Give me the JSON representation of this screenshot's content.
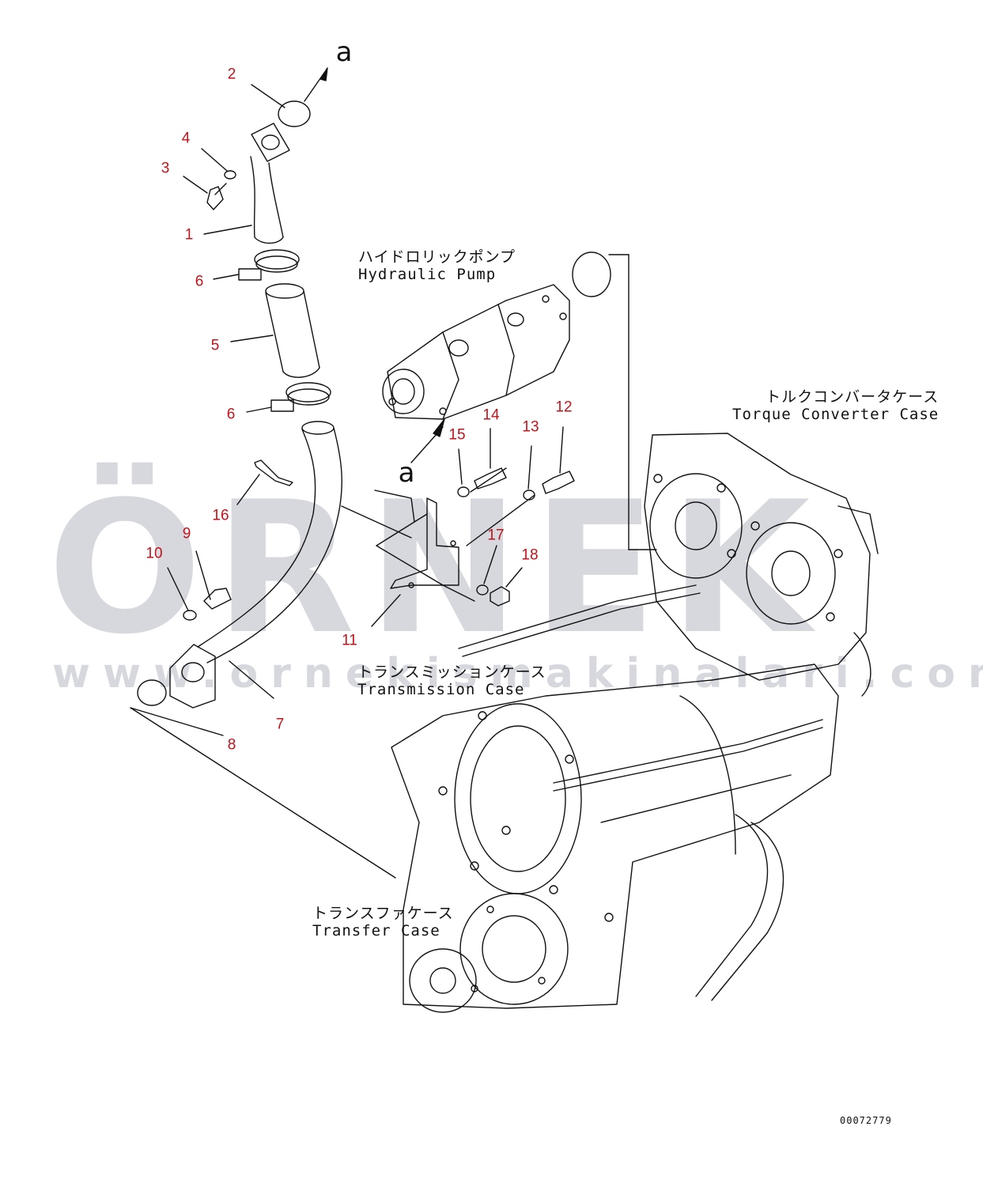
{
  "watermark": {
    "brand": "ÖRNEK",
    "url": "www.ornekismakinalari.com.tr",
    "color": "#b4b8c2"
  },
  "view_marks": {
    "top": "a",
    "bottom": "a"
  },
  "labels": {
    "hydraulic_pump": {
      "ja": "ハイドロリックポンプ",
      "en": "Hydraulic Pump"
    },
    "torque_converter_case": {
      "ja": "トルクコンバータケース",
      "en": "Torque Converter Case"
    },
    "transmission_case": {
      "ja": "トランスミッションケース",
      "en": "Transmission Case"
    },
    "transfer_case": {
      "ja": "トランスファケース",
      "en": "Transfer Case"
    }
  },
  "callouts": {
    "c1": "1",
    "c2": "2",
    "c3": "3",
    "c4": "4",
    "c5": "5",
    "c6a": "6",
    "c6b": "6",
    "c7": "7",
    "c8": "8",
    "c9": "9",
    "c10": "10",
    "c11": "11",
    "c12": "12",
    "c13": "13",
    "c14": "14",
    "c15": "15",
    "c16": "16",
    "c17": "17",
    "c18": "18"
  },
  "callout_color": "#c0141c",
  "drawing_number": "00072779"
}
